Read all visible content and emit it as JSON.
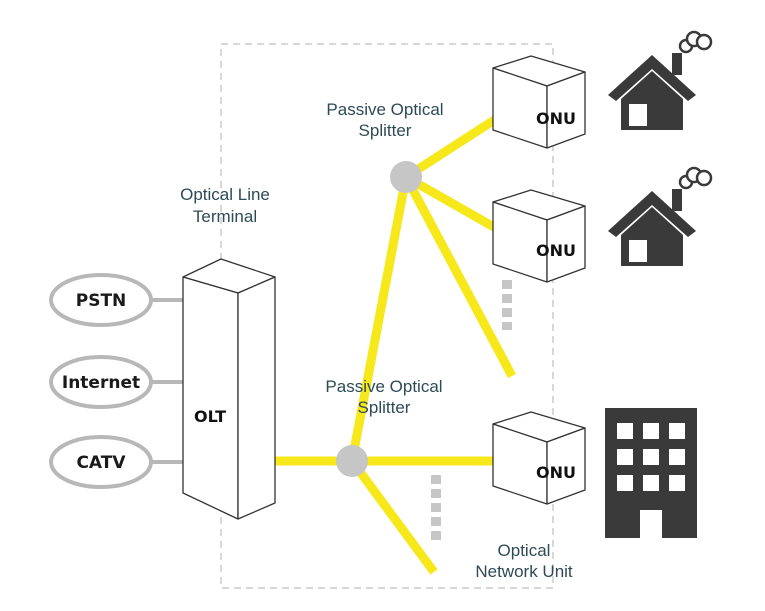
{
  "labels": {
    "olt_line1": "Optical Line",
    "olt_line2": "Terminal",
    "splitter_top_line1": "Passive Optical",
    "splitter_top_line2": "Splitter",
    "splitter_mid_line1": "Passive Optical",
    "splitter_mid_line2": "Splitter",
    "onu_line1": "Optical",
    "onu_line2": "Network Unit"
  },
  "services": [
    "PSTN",
    "Internet",
    "CATV"
  ],
  "olt_box": "OLT",
  "onu_box": "ONU",
  "icons": [
    "house-icon",
    "house-icon",
    "office-building-icon"
  ],
  "colors": {
    "fiber": "#f7e81c",
    "splitter": "#c6c6c6",
    "service_outline": "#b8b8b8",
    "icon": "#3a3a3a",
    "label_text": "#2e4a57",
    "frame": "#cccccc"
  }
}
